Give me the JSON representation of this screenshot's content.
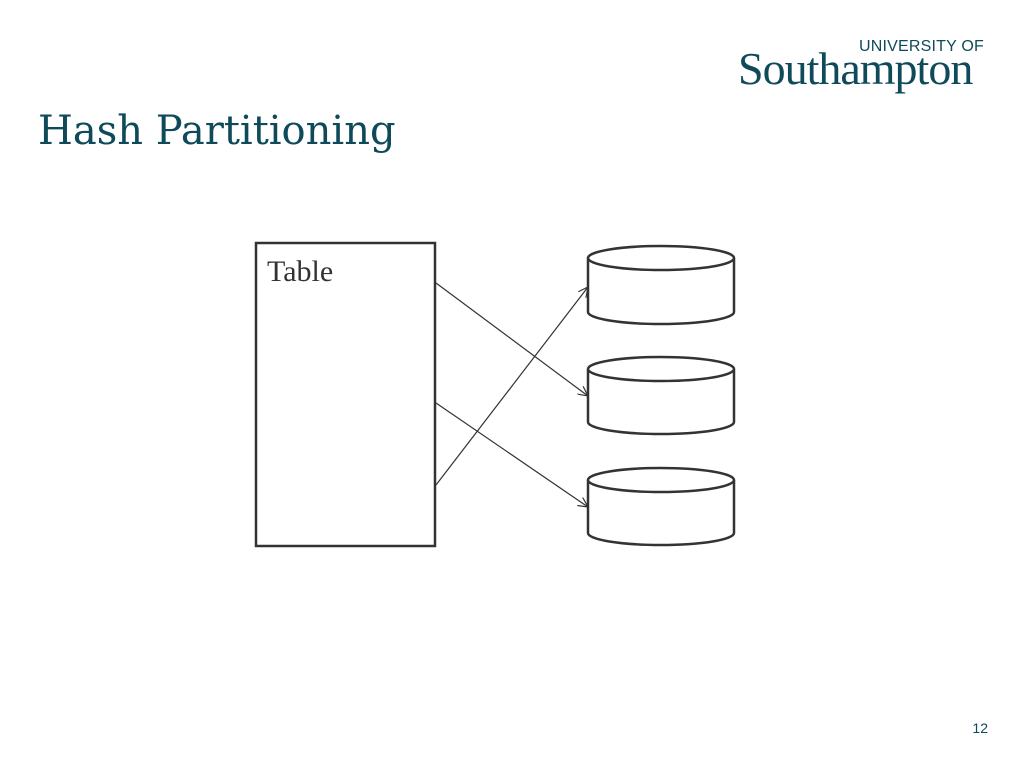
{
  "logo": {
    "top_line": "UNIVERSITY OF",
    "main_word": "Southampton"
  },
  "slide": {
    "title": "Hash Partitioning",
    "page_number": "12"
  },
  "diagram": {
    "table_label": "Table",
    "node_count": 3,
    "connections": [
      {
        "from": "table-row-1",
        "to": "partition-2"
      },
      {
        "from": "table-row-2",
        "to": "partition-3"
      },
      {
        "from": "table-row-3",
        "to": "partition-1"
      }
    ]
  }
}
